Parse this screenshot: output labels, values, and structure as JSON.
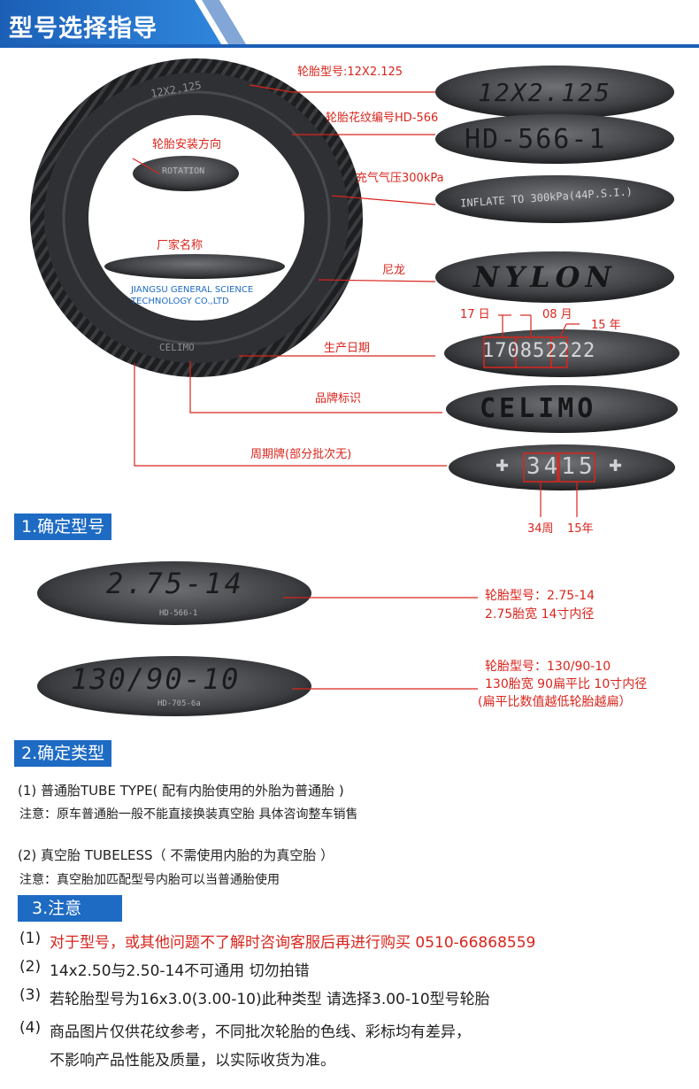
{
  "header": {
    "title": "型号选择指导"
  },
  "diagram": {
    "tire_embossed": {
      "size_mark": "12X2.125",
      "rotation_mark": "ROTATION",
      "brand_mark": "CELIMO"
    },
    "labels": {
      "size": "轮胎型号:12X2.125",
      "pattern": "轮胎花纹编号HD-566",
      "direction": "轮胎安装方向",
      "pressure": "充气气压300kPa",
      "maker": "厂家名称",
      "maker_name_1": "JIANGSU  GENERAL  SCIENCE",
      "maker_name_2": "TECHNOLOGY CO.,LTD",
      "nylon": "尼龙",
      "date_day": "17 日",
      "date_month": "08 月",
      "date_year": "15 年",
      "prod_date": "生产日期",
      "brand": "品牌标识",
      "week_plate": "周期牌(部分批次无)",
      "week": "34周",
      "week_year": "15年"
    },
    "closeups": {
      "size": "12X2.125",
      "pattern": "HD-566-1",
      "pressure": "INFLATE TO 300kPa(44P.S.I.)",
      "nylon": "NYLON",
      "date": "170852222",
      "brand": "CELIMO",
      "plate": "3415"
    }
  },
  "section1": {
    "badge": "1.确定型号",
    "ex1": {
      "emboss": "2.75-14",
      "sub": "HD-566-1",
      "line1": "轮胎型号：2.75-14",
      "line2": "2.75胎宽   14寸内径"
    },
    "ex2": {
      "emboss": "130/90-10",
      "sub": "HD-705-6a",
      "line1": "轮胎型号：130/90-10",
      "line2": "130胎宽   90扁平比  10寸内径",
      "line3": "(扁平比数值越低轮胎越扁）"
    }
  },
  "section2": {
    "badge": "2.确定类型",
    "item1": "(1) 普通胎TUBE TYPE( 配有内胎使用的外胎为普通胎 )",
    "note1": "注意：原车普通胎一般不能直接换装真空胎 具体咨询整车销售",
    "item2": "(2) 真空胎 TUBELESS（ 不需使用内胎的为真空胎 ）",
    "note2": "注意：真空胎加匹配型号内胎可以当普通胎使用"
  },
  "section3": {
    "badge": "3.注意",
    "n1_num": "(1)",
    "n1": "对于型号，或其他问题不了解时咨询客服后再进行购买 0510-66868559",
    "n2_num": "(2)",
    "n2": "14x2.50与2.50-14不可通用 切勿拍错",
    "n3_num": "(3)",
    "n3": "若轮胎型号为16x3.0(3.00-10)此种类型 请选择3.00-10型号轮胎",
    "n4_num": "(4)",
    "n4a": "商品图片仅供花纹参考，不同批次轮胎的色线、彩标均有差异，",
    "n4b": "不影响产品性能及质量，以实际收货为准。"
  },
  "colors": {
    "accent_blue": "#1e6bc4",
    "red": "#d9251d",
    "tire": "#2a2b2d"
  }
}
